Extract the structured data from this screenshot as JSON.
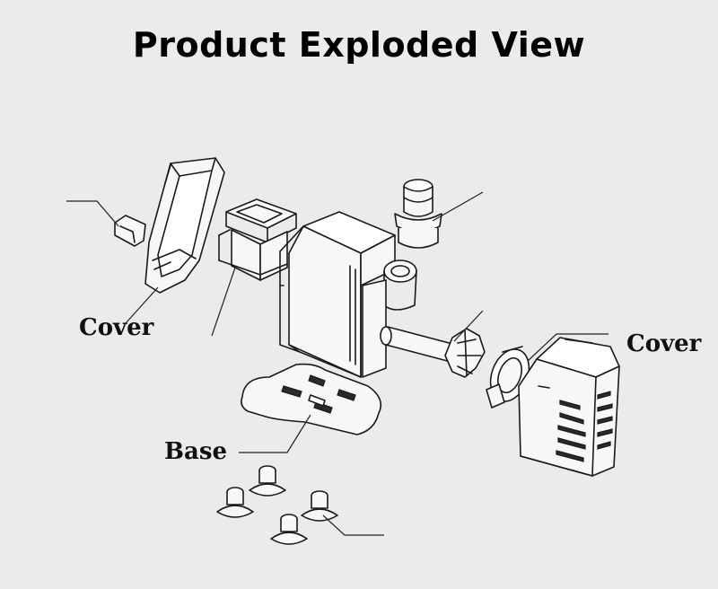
{
  "title": "Product Exploded View",
  "labels": {
    "cover_left": "Cover",
    "cover_right": "Cover",
    "base": "Base"
  }
}
